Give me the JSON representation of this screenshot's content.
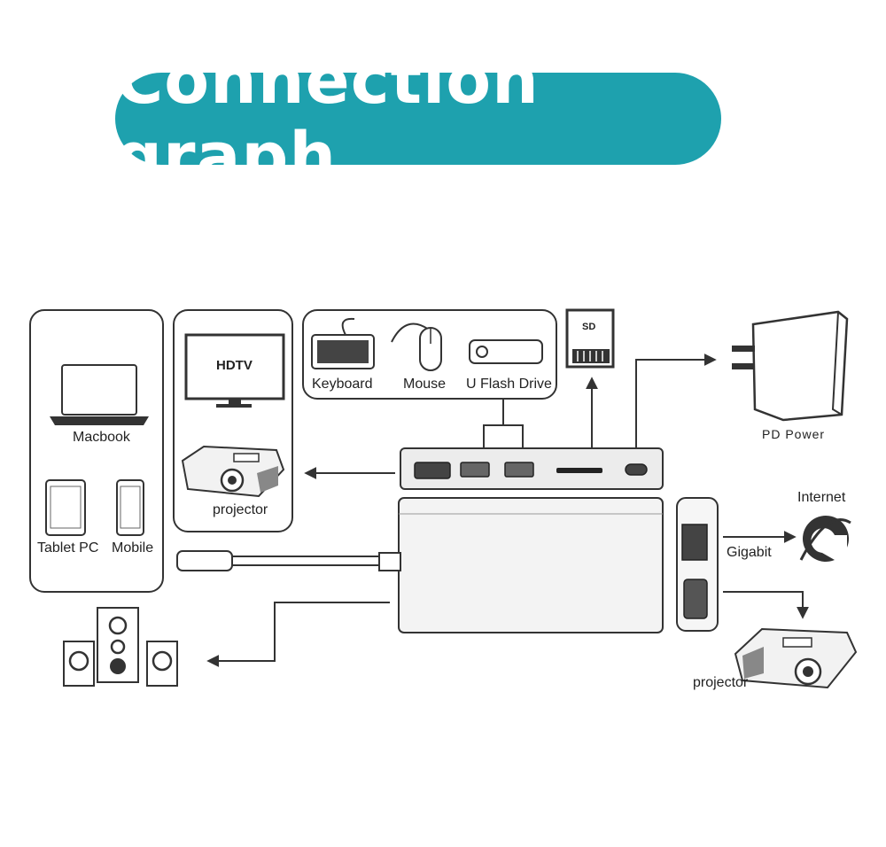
{
  "title": "Connection graph",
  "colors": {
    "accent": "#1ea1ae",
    "line": "#333333",
    "device_fill": "#e9e9e9"
  },
  "labels": {
    "macbook": "Macbook",
    "tablet": "Tablet PC",
    "mobile": "Mobile",
    "hdtv": "HDTV",
    "projector_left": "projector",
    "keyboard": "Keyboard",
    "mouse": "Mouse",
    "flash_drive": "U Flash Drive",
    "sd": "SD",
    "pd_power": "PD Power",
    "internet": "Internet",
    "gigabit": "Gigabit",
    "projector_right": "projector"
  }
}
